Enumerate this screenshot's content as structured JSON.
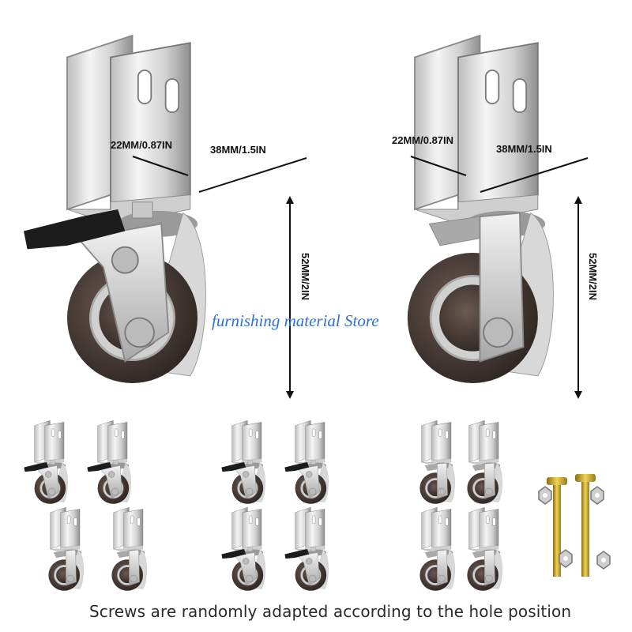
{
  "dimensions": {
    "left_caster": {
      "inner_width": "22MM/0.87IN",
      "outer_width": "38MM/1.5IN",
      "height": "52MM/2IN"
    },
    "right_caster": {
      "inner_width": "22MM/0.87IN",
      "outer_width": "38MM/1.5IN",
      "height": "52MM/2IN"
    }
  },
  "watermark": "furnishing material Store",
  "caption": "Screws are randomly adapted according to the hole position",
  "colors": {
    "metal_light": "#e6e6e6",
    "metal_dark": "#8a8a8a",
    "wheel": "#3a2f2b",
    "brake": "#1a1a1a",
    "bolt": "#c9a52a",
    "watermark": "#2f6fd6"
  },
  "packages": [
    {
      "name": "brake casters",
      "count": 4
    },
    {
      "name": "mixed casters",
      "count": 4
    },
    {
      "name": "plain casters",
      "count": 4
    }
  ]
}
